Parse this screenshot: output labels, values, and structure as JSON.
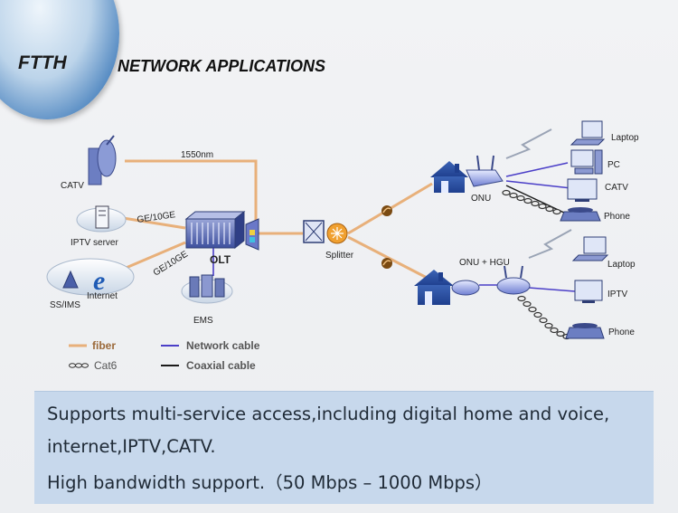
{
  "header": {
    "badge": "FTTH",
    "title": "NETWORK APPLICATIONS"
  },
  "diagram": {
    "labels": {
      "fiber_1550": "1550nm",
      "catv_source": "CATV",
      "ge_top": "GE/10GE",
      "ge_bottom": "GE/10GE",
      "iptv_server": "IPTV server",
      "internet": "Internet",
      "ss_ims": "SS/IMS",
      "olt": "OLT",
      "ems": "EMS",
      "splitter": "Splitter",
      "onu": "ONU",
      "onu_hgu": "ONU + HGU",
      "laptop_1": "Laptop",
      "pc": "PC",
      "catv_1": "CATV",
      "phone_1": "Phone",
      "laptop_2": "Laptop",
      "iptv": "IPTV",
      "phone_2": "Phone"
    },
    "legend": {
      "fiber": "fiber",
      "cat6": "Cat6",
      "network": "Network cable",
      "coaxial": "Coaxial cable"
    },
    "colors": {
      "fiber": "#e8b07a",
      "network": "#4b3fc8",
      "coax": "#1a1a1a"
    }
  },
  "info": {
    "line1": "Supports multi-service access,including digital home and voice,",
    "line2": "internet,IPTV,CATV.",
    "line3": "High bandwidth support.（50 Mbps – 1000 Mbps）"
  }
}
